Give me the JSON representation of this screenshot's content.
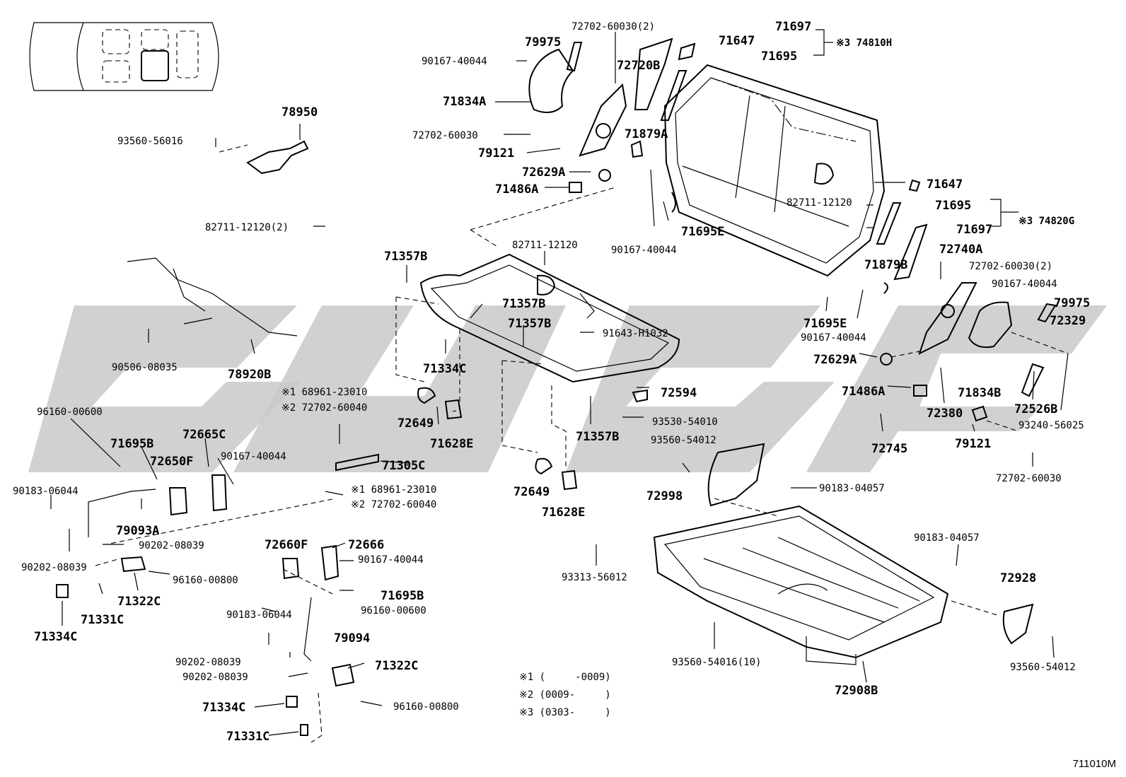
{
  "labels": {
    "p79975a": "79975",
    "p72702_60030_2a": "72702-60030(2)",
    "p71697a": "71697",
    "p71647a": "71647",
    "p71695a": "71695",
    "p74810h": "※3 74810H",
    "p90167_40044a": "90167-40044",
    "p72720b": "72720B",
    "p71834a": "71834A",
    "p78950": "78950",
    "p93560_56016": "93560-56016",
    "p72702_60030a": "72702-60030",
    "p71879a": "71879A",
    "p79121a": "79121",
    "p72629aa": "72629A",
    "p71486aa": "71486A",
    "p82711_12120a": "82711-12120",
    "p71647b": "71647",
    "p71695b2": "71695",
    "p74820g": "※3 74820G",
    "p71697b": "71697",
    "p82711_12120_2": "82711-12120(2)",
    "p71695ea": "71695E",
    "p90167_40044b": "90167-40044",
    "p82711_12120b": "82711-12120",
    "p72740a": "72740A",
    "p71879b": "71879B",
    "p72702_60030_2b": "72702-60030(2)",
    "p71357ba": "71357B",
    "p71357bb": "71357B",
    "p90167_40044c": "90167-40044",
    "p79975b": "79975",
    "p72329": "72329",
    "p71357bc": "71357B",
    "p91643_h1032": "91643-H1032",
    "p71695eb": "71695E",
    "p90167_40044d": "90167-40044",
    "p90506_08035": "90506-08035",
    "p78920b": "78920B",
    "p72629ab": "72629A",
    "p71334ca": "71334C",
    "p71834b": "71834B",
    "p68961a": "※1 68961-23010",
    "p72702_60040a": "※2 72702-60040",
    "p72594": "72594",
    "p71486ab": "71486A",
    "p72380": "72380",
    "p72526b": "72526B",
    "p96160_00600a": "96160-00600",
    "p72649a": "72649",
    "p71628ea": "71628E",
    "p93530_54010": "93530-54010",
    "p93240_56025": "93240-56025",
    "p71357bd": "71357B",
    "p72745": "72745",
    "p79121b": "79121",
    "p71695ba": "71695B",
    "p72665c": "72665C",
    "p93560_54012a": "93560-54012",
    "p72650f": "72650F",
    "p90167_40044e": "90167-40044",
    "p71305c": "71305C",
    "p72702_60030b": "72702-60030",
    "p90183_06044a": "90183-06044",
    "p68961b": "※1 68961-23010",
    "p72649b": "72649",
    "p90183_04057a": "90183-04057",
    "p72702_60040b": "※2 72702-60040",
    "p72998": "72998",
    "p79093a": "79093A",
    "p71628eb": "71628E",
    "p90202_08039a": "90202-08039",
    "p90202_08039b": "90202-08039",
    "p72660f": "72660F",
    "p72666": "72666",
    "p90183_04057b": "90183-04057",
    "p90167_40044f": "90167-40044",
    "p96160_00800a": "96160-00800",
    "p93313_56012": "93313-56012",
    "p72928": "72928",
    "p71322ca": "71322C",
    "p71695bb": "71695B",
    "p71331ca": "71331C",
    "p96160_00600b": "96160-00600",
    "p71334cb": "71334C",
    "p90183_06044b": "90183-06044",
    "p79094": "79094",
    "p93560_54016": "93560-54016(10)",
    "p93560_54012b": "93560-54012",
    "p90202_08039c": "90202-08039",
    "p71322cb": "71322C",
    "p90202_08039d": "90202-08039",
    "p72908b": "72908B",
    "p71334cc": "71334C",
    "p96160_00800b": "96160-00800",
    "p71331cb": "71331C"
  },
  "legend": {
    "n1": "※1 (     -0009)",
    "n2": "※2 (0009-     )",
    "n3": "※3 (0303-     )"
  },
  "footer_code": "711010M",
  "colors": {
    "ink": "#000000",
    "watermark": "#c9c9c9",
    "background": "#ffffff"
  }
}
